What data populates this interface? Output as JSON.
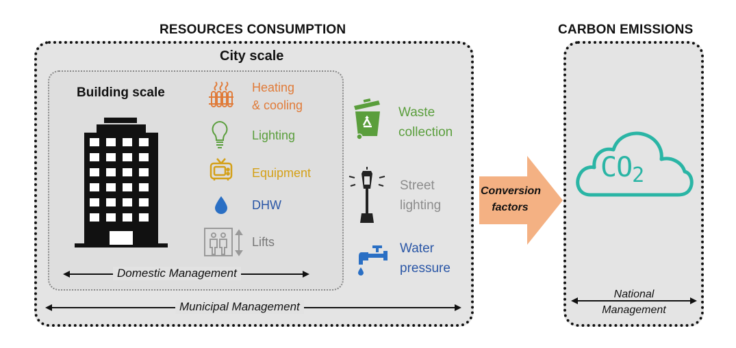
{
  "headers": {
    "resources": "RESOURCES CONSUMPTION",
    "carbon": "CARBON EMISSIONS"
  },
  "city_scale": "City scale",
  "building_scale": "Building scale",
  "building_items": [
    {
      "label": "Heating\n& cooling",
      "color": "#e07b39",
      "icon": "radiator-icon"
    },
    {
      "label": "Lighting",
      "color": "#5a9e3c",
      "icon": "lightbulb-icon"
    },
    {
      "label": "Equipment",
      "color": "#d4a017",
      "icon": "tv-icon"
    },
    {
      "label": "DHW",
      "color": "#2a56a6",
      "icon": "water-drop-icon"
    },
    {
      "label": "Lifts",
      "color": "#777777",
      "icon": "elevator-icon"
    }
  ],
  "city_items": [
    {
      "label": "Waste\ncollection",
      "color": "#5a9e3c",
      "icon": "recycle-bin-icon"
    },
    {
      "label": "Street\nlighting",
      "color": "#8c8c8c",
      "icon": "street-lamp-icon"
    },
    {
      "label": "Water\npressure",
      "color": "#2a56a6",
      "icon": "water-tap-icon"
    }
  ],
  "domestic_management": "Domestic Management",
  "municipal_management": "Municipal Management",
  "conversion": "Conversion\nfactors",
  "co2": "CO",
  "co2_sub": "2",
  "national_management": "National\nManagement",
  "colors": {
    "arrow": "#f4b183",
    "cloud": "#2ab5a5"
  }
}
